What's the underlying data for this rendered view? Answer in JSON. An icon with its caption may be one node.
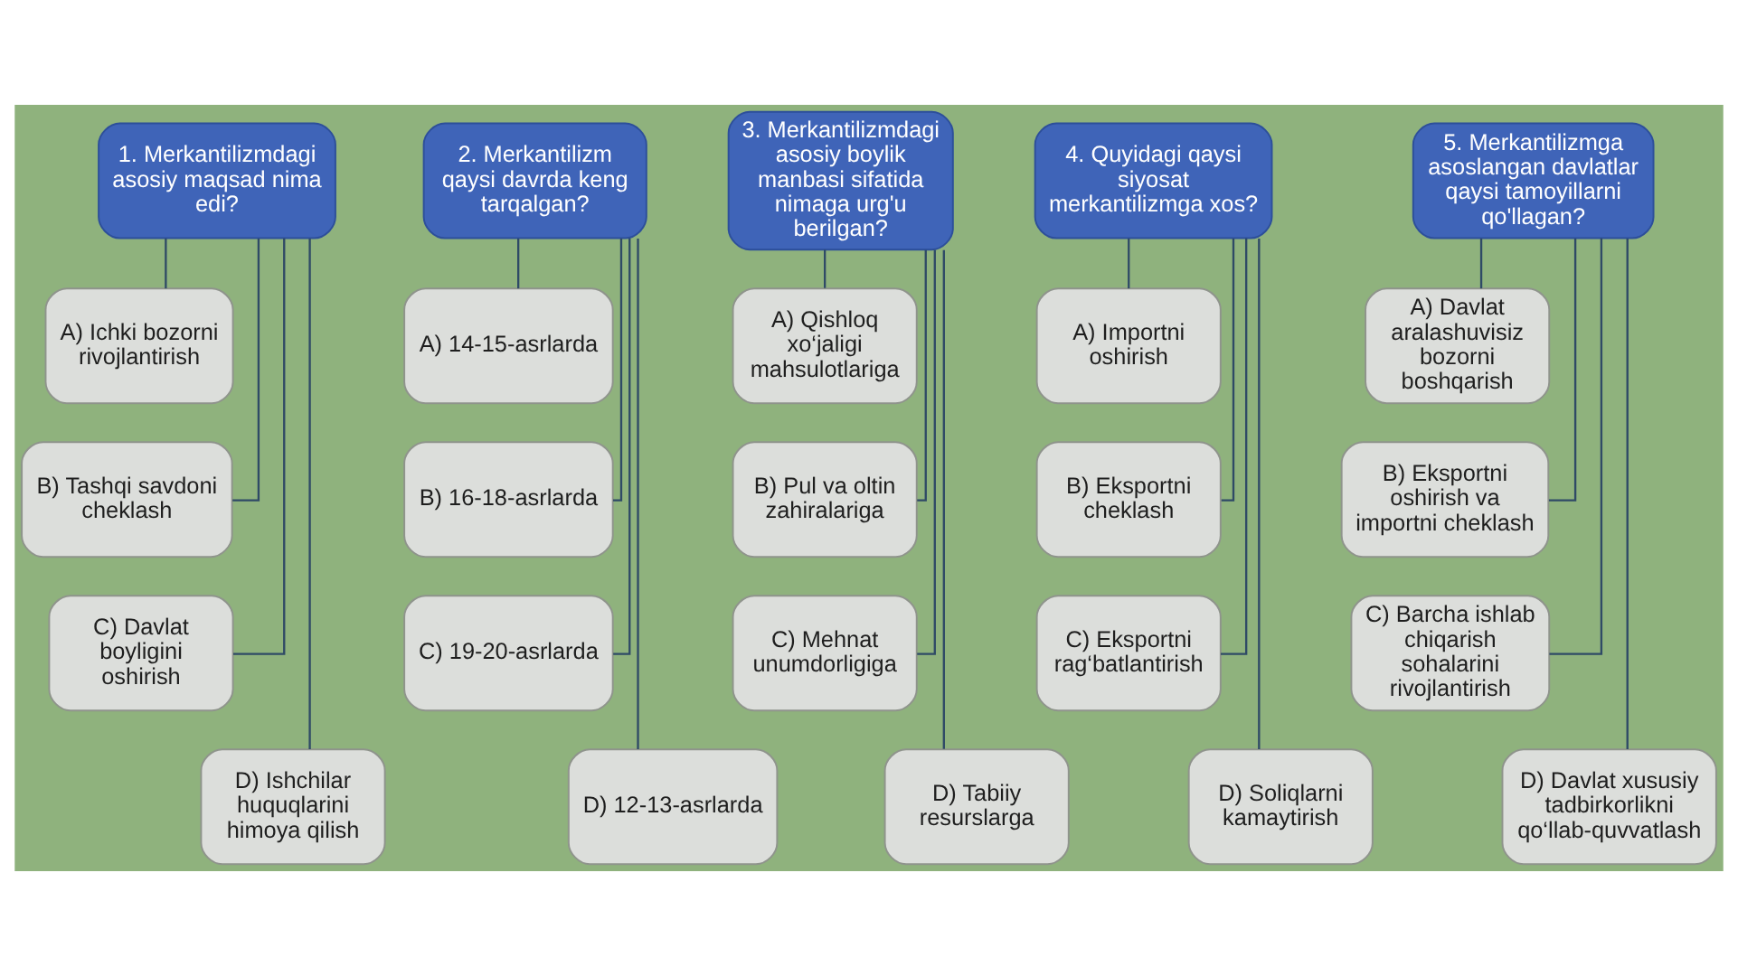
{
  "diagram": {
    "nodes": [
      {
        "text": [
          "1. Merkantilizmdagi asosiy maqsad nima edi?"
        ]
      },
      {
        "text": [
          "A) Ichki bozorni rivojlantirish"
        ]
      },
      {
        "text": [
          "B) Tashqi savdoni cheklash"
        ]
      },
      {
        "text": [
          "C) Davlat boyligini oshirish"
        ]
      },
      {
        "text": [
          "D) Ishchilar huquqlarini himoya qilish"
        ]
      },
      {
        "text": [
          "2. Merkantilizm qaysi davrda keng tarqalgan?"
        ]
      },
      {
        "text": [
          "A) 14-15-asrlarda"
        ]
      },
      {
        "text": [
          "B) 16-18-asrlarda"
        ]
      },
      {
        "text": [
          "C) 19-20-asrlarda"
        ]
      },
      {
        "text": [
          "D) 12-13-asrlarda"
        ]
      },
      {
        "text": [
          "3. Merkantilizmdagi asosiy boylik manbasi sifatida nimaga urg'u berilgan?"
        ]
      },
      {
        "text": [
          "A) Qishloq xo‘jaligi mahsulotlariga"
        ]
      },
      {
        "text": [
          "B) Pul va oltin zahiralariga"
        ]
      },
      {
        "text": [
          "C) Mehnat unumdorligiga"
        ]
      },
      {
        "text": [
          "D) Tabiiy resurslarga"
        ]
      },
      {
        "text": [
          "4. Quyidagi qaysi siyosat merkantilizmga xos?"
        ]
      },
      {
        "text": [
          "A) Importni oshirish"
        ]
      },
      {
        "text": [
          "B) Eksportni cheklash"
        ]
      },
      {
        "text": [
          "C) Eksportni rag‘batlantirish"
        ]
      },
      {
        "text": [
          "D) Soliqlarni kamaytirish"
        ]
      },
      {
        "text": [
          "5. Merkantilizmga asoslangan davlatlar qaysi tamoyillarni qo'llagan?"
        ]
      },
      {
        "text": [
          "A) Davlat aralashuvisiz bozorni boshqarish"
        ]
      },
      {
        "text": [
          "B) Eksportni oshirish va importni cheklash"
        ]
      },
      {
        "text": [
          "C) Barcha ishlab chiqarish sohalarini rivojlantirish"
        ]
      },
      {
        "text": [
          "D) Davlat xususiy tadbirkorlikni qo‘llab-quvvatlash"
        ]
      }
    ],
    "edges": [
      {
        "from": 0,
        "to": 1,
        "arrow": "none"
      },
      {
        "from": 0,
        "to": 2,
        "arrow": "none"
      },
      {
        "from": 0,
        "to": 3,
        "arrow": "none"
      },
      {
        "from": 0,
        "to": 4,
        "arrow": "none"
      },
      {
        "from": 5,
        "to": 6,
        "arrow": "none"
      },
      {
        "from": 5,
        "to": 7,
        "arrow": "none"
      },
      {
        "from": 5,
        "to": 8,
        "arrow": "none"
      },
      {
        "from": 5,
        "to": 9,
        "arrow": "none"
      },
      {
        "from": 10,
        "to": 11,
        "arrow": "none"
      },
      {
        "from": 10,
        "to": 12,
        "arrow": "none"
      },
      {
        "from": 10,
        "to": 13,
        "arrow": "none"
      },
      {
        "from": 10,
        "to": 14,
        "arrow": "none"
      },
      {
        "from": 15,
        "to": 16,
        "arrow": "none"
      },
      {
        "from": 15,
        "to": 17,
        "arrow": "none"
      },
      {
        "from": 15,
        "to": 18,
        "arrow": "none"
      },
      {
        "from": 15,
        "to": 19,
        "arrow": "none"
      },
      {
        "from": 20,
        "to": 21,
        "arrow": "none"
      },
      {
        "from": 20,
        "to": 22,
        "arrow": "none"
      },
      {
        "from": 20,
        "to": 23,
        "arrow": "none"
      },
      {
        "from": 20,
        "to": 24,
        "arrow": "none"
      }
    ]
  }
}
